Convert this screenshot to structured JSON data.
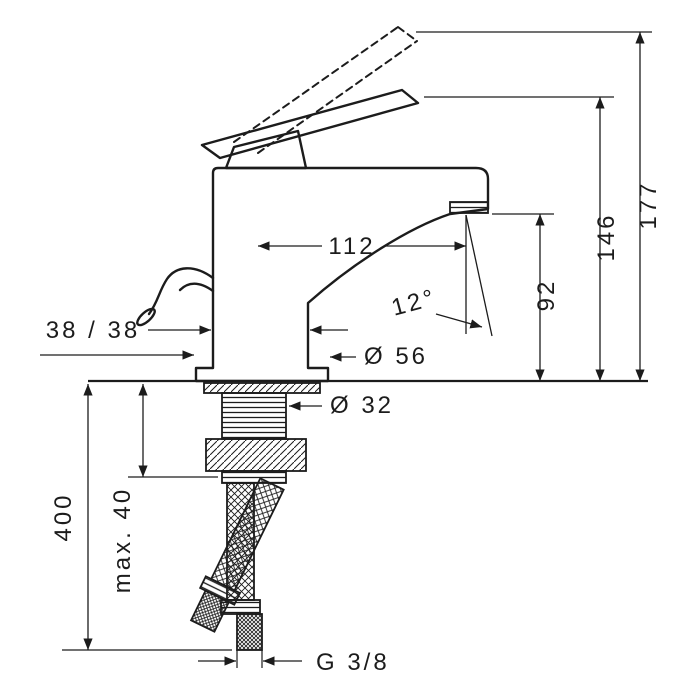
{
  "page": {
    "background": "#ffffff",
    "line_color": "#1c1c1c",
    "subject": "single-lever basin mixer technical dimension drawing"
  },
  "dimensions": {
    "total_height": "177",
    "height_to_lever": "146",
    "outlet_height": "92",
    "spout_reach": "112",
    "outlet_angle": "12°",
    "center_offsets": "38 / 38",
    "base_diameter": "Ø 56",
    "shank_diameter": "Ø 32",
    "hose_length": "400",
    "max_counter_thickness": "max. 40",
    "connection_thread": "G 3/8"
  }
}
